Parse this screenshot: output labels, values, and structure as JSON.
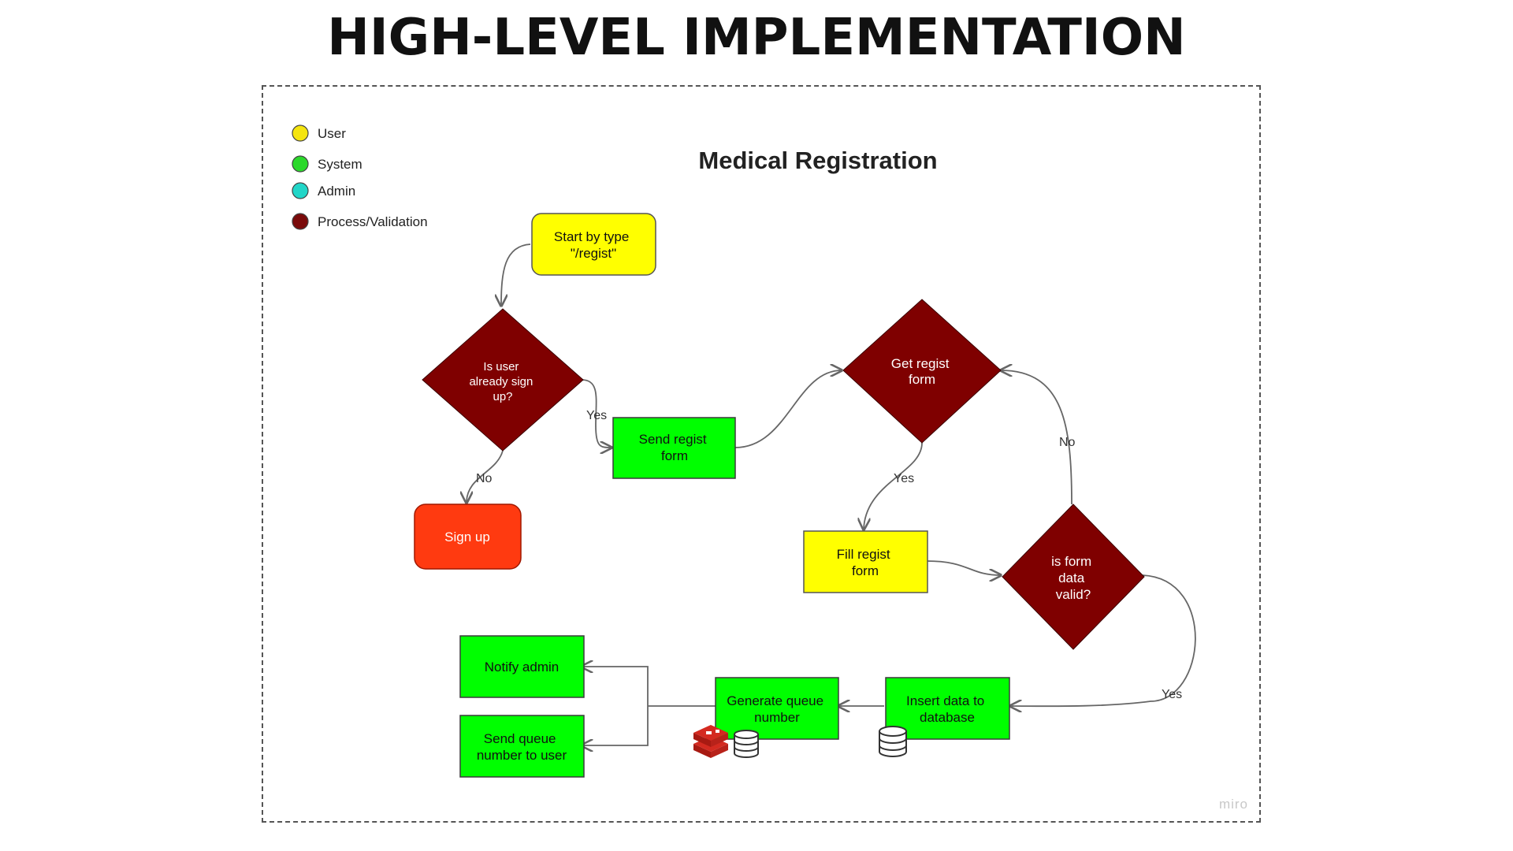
{
  "heading": "HIGH-LEVEL IMPLEMENTATION",
  "diagram_title": "Medical Registration",
  "watermark": "miro",
  "legend": [
    {
      "label": "User",
      "color": "#f5e50f"
    },
    {
      "label": "System",
      "color": "#2bd92b"
    },
    {
      "label": "Admin",
      "color": "#22d6c8"
    },
    {
      "label": "Process/Validation",
      "color": "#7a0a0a"
    }
  ],
  "colors": {
    "user": "#ffff00",
    "system": "#00ff00",
    "process": "#7f0000",
    "signup": "#ff3a10",
    "connector": "#666666",
    "redis": "#d42a20"
  },
  "nodes": {
    "start": [
      "Start by type",
      "\"/regist\""
    ],
    "is_signed_up": [
      "Is user",
      "already sign",
      "up?"
    ],
    "sign_up": [
      "Sign up"
    ],
    "send_form": [
      "Send regist",
      "form"
    ],
    "get_form": [
      "Get regist",
      "form"
    ],
    "fill_form": [
      "Fill regist",
      "form"
    ],
    "is_valid": [
      "is form",
      "data",
      "valid?"
    ],
    "insert_db": [
      "Insert data to",
      "database"
    ],
    "gen_queue": [
      "Generate queue",
      "number"
    ],
    "notify_admin": [
      "Notify admin"
    ],
    "send_queue": [
      "Send queue",
      "number to user"
    ]
  },
  "edge_labels": {
    "yes_send": "Yes",
    "no_signup": "No",
    "yes_fill": "Yes",
    "no_get": "No",
    "yes_insert": "Yes"
  }
}
